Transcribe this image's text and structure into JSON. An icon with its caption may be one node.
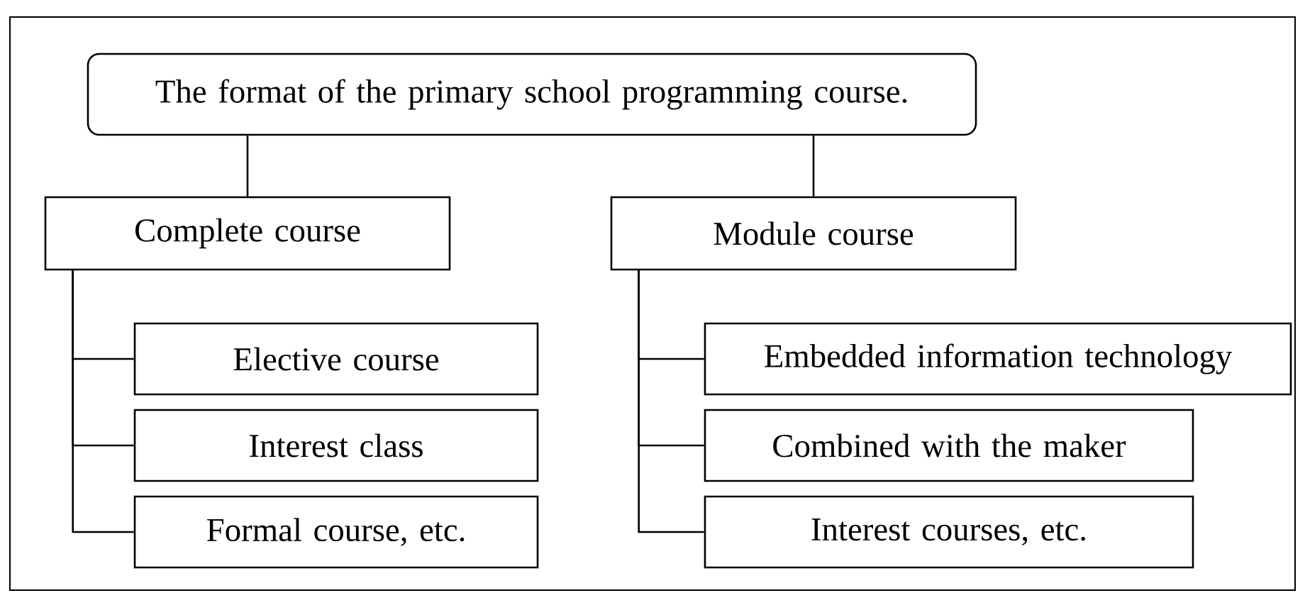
{
  "diagram": {
    "nodes": [
      {
        "text": [
          "The format of the primary school programming course."
        ]
      },
      {
        "text": [
          "Complete course"
        ]
      },
      {
        "text": [
          "Module course"
        ]
      },
      {
        "text": [
          "Elective course"
        ]
      },
      {
        "text": [
          "Interest class"
        ]
      },
      {
        "text": [
          "Formal course, etc."
        ]
      },
      {
        "text": [
          "Embedded information technology"
        ]
      },
      {
        "text": [
          "Combined with the maker"
        ]
      },
      {
        "text": [
          "Interest courses, etc."
        ]
      }
    ],
    "edges": [
      {
        "from": 0,
        "to": 1,
        "arrow": "none"
      },
      {
        "from": 0,
        "to": 2,
        "arrow": "none"
      },
      {
        "from": 1,
        "to": 3,
        "arrow": "none"
      },
      {
        "from": 1,
        "to": 4,
        "arrow": "none"
      },
      {
        "from": 1,
        "to": 5,
        "arrow": "none"
      },
      {
        "from": 2,
        "to": 6,
        "arrow": "none"
      },
      {
        "from": 2,
        "to": 7,
        "arrow": "none"
      },
      {
        "from": 2,
        "to": 8,
        "arrow": "none"
      }
    ]
  }
}
